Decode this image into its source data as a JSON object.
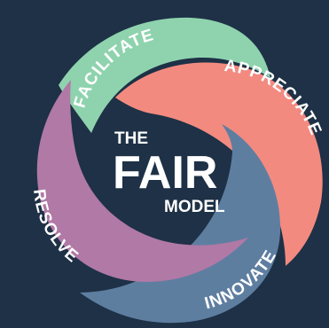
{
  "diagram": {
    "title_top": "THE",
    "title_main": "FAIR",
    "title_bottom": "MODEL",
    "segments": [
      {
        "label": "Facilitate",
        "color": "#8fd3ae"
      },
      {
        "label": "Appreciate",
        "color": "#f38a80"
      },
      {
        "label": "Innovate",
        "color": "#5e7ea0"
      },
      {
        "label": "Resolve",
        "color": "#b079a6"
      }
    ],
    "background": "#1e3146"
  }
}
